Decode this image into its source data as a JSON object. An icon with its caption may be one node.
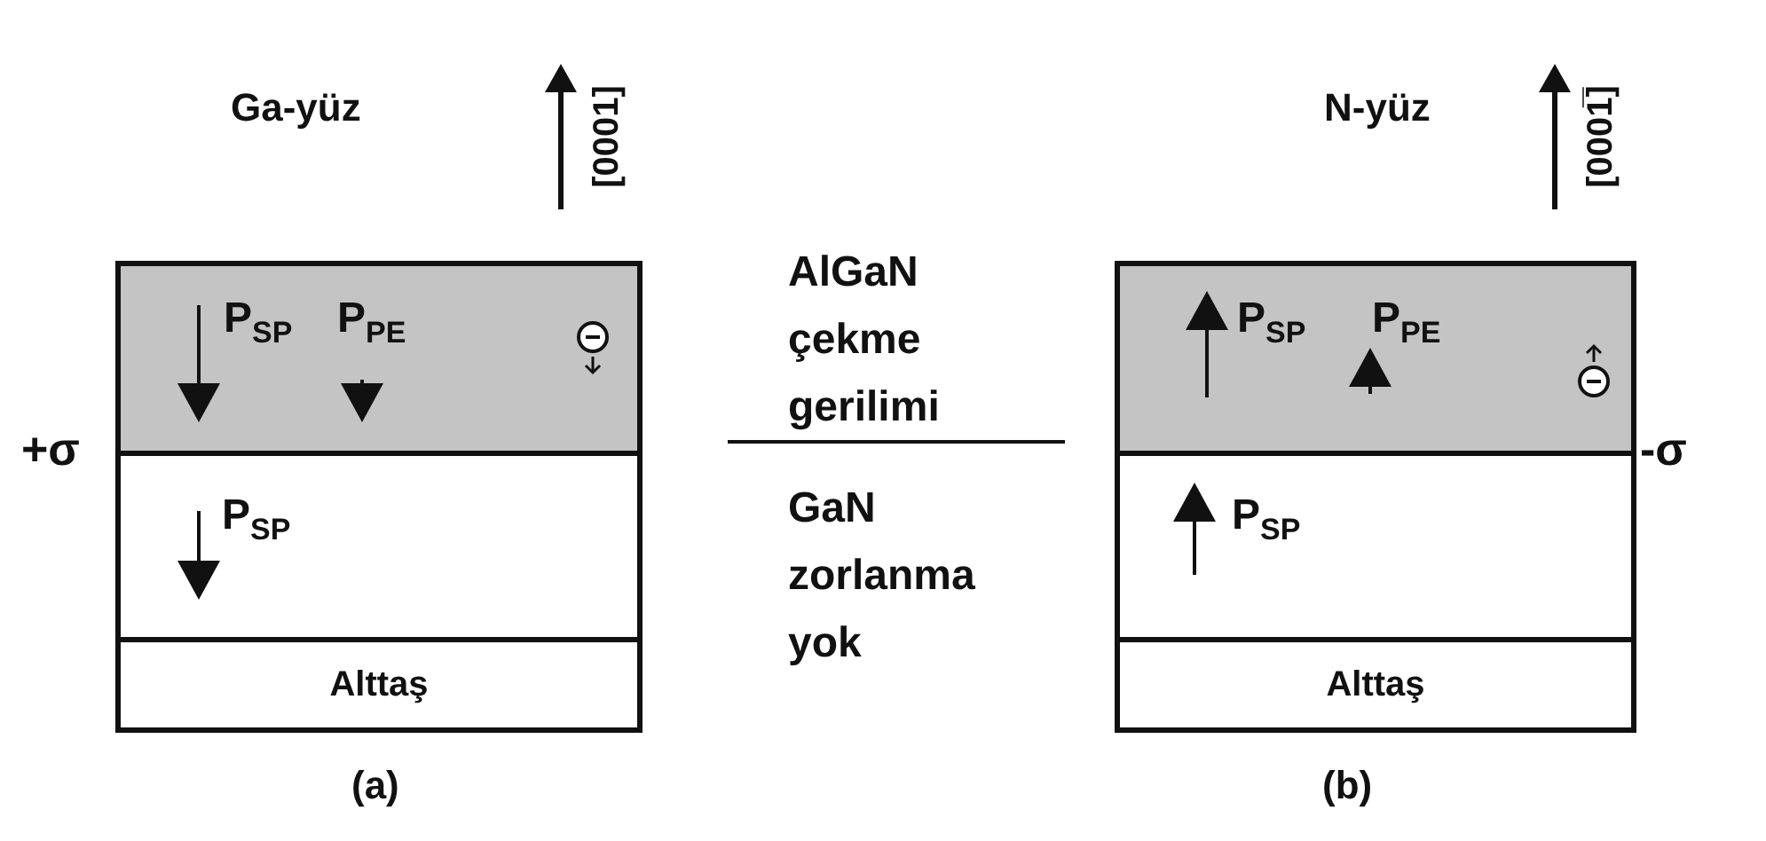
{
  "diagram": {
    "nodes": [
      {
        "text": [
          "P$_{SP}$",
          "P$_{PE}$"
        ]
      },
      {
        "text": [
          "P$_{SP}$"
        ]
      },
      {
        "text": [
          "Alttaş"
        ]
      },
      {
        "text": [
          "P$_{SP}$",
          "P$_{PE}$"
        ]
      },
      {
        "text": [
          "P$_{SP}$"
        ]
      },
      {
        "text": [
          "Alttaş"
        ]
      }
    ],
    "edges": [],
    "labels": [
      "Ga-yüz",
      "[0001]",
      "+σ",
      "AlGaN çekme gerilimi",
      "GaN zorlanma yok",
      "N-yüz",
      "[0001̅]",
      "-σ",
      "(a)",
      "(b)"
    ]
  }
}
